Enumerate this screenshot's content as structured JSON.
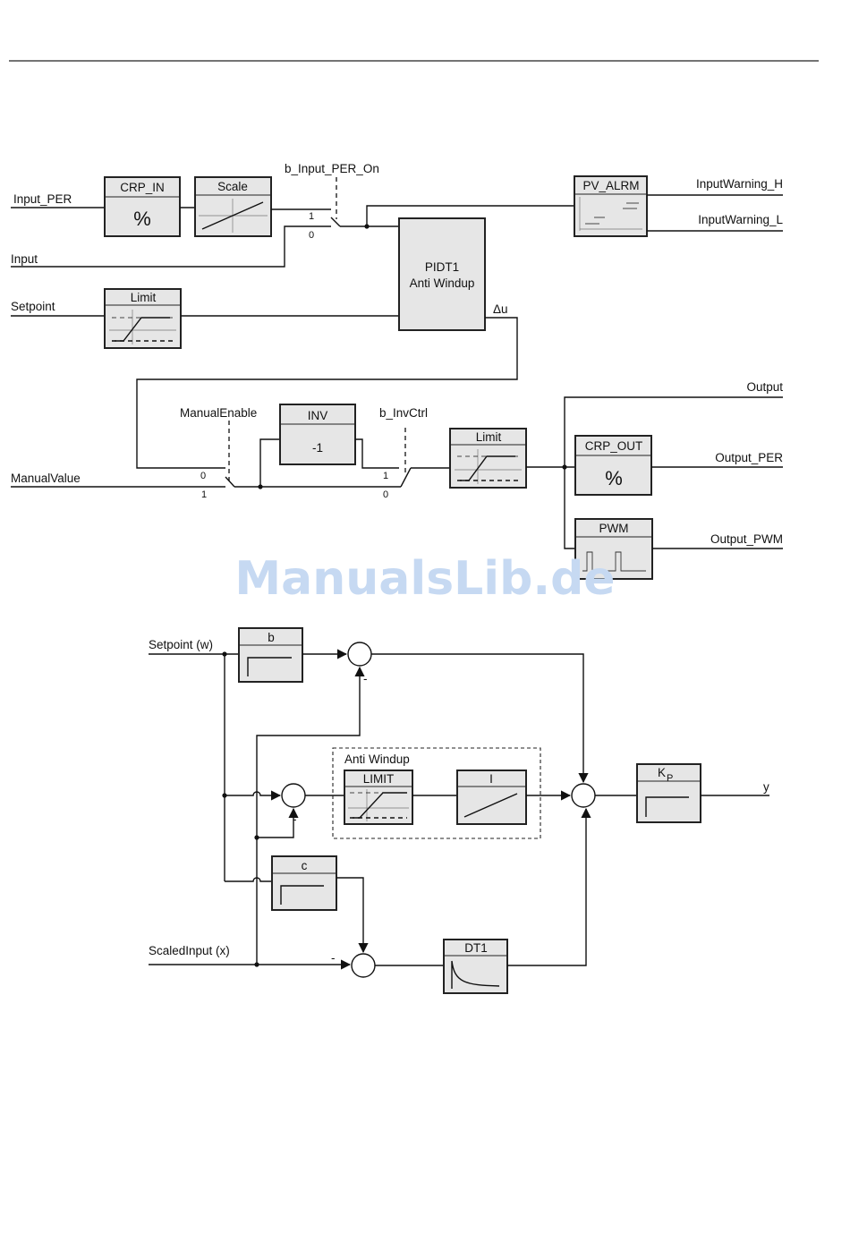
{
  "watermark": "ManualsLib.de",
  "top": {
    "inputs": {
      "input_per": "Input_PER",
      "input": "Input",
      "setpoint": "Setpoint",
      "manual_value": "ManualValue"
    },
    "outputs": {
      "warning_h": "InputWarning_H",
      "warning_l": "InputWarning_L",
      "output": "Output",
      "output_per": "Output_PER",
      "output_pwm": "Output_PWM"
    },
    "blocks": {
      "crp_in": {
        "title": "CRP_IN",
        "symbol": "%"
      },
      "scale": {
        "title": "Scale"
      },
      "pv_alrm": {
        "title": "PV_ALRM"
      },
      "pidt1": {
        "line1": "PIDT1",
        "line2": "Anti Windup"
      },
      "limit1": {
        "title": "Limit"
      },
      "inv": {
        "title": "INV",
        "value": "-1"
      },
      "limit2": {
        "title": "Limit"
      },
      "crp_out": {
        "title": "CRP_OUT",
        "symbol": "%"
      },
      "pwm": {
        "title": "PWM"
      }
    },
    "switches": {
      "input_per_on": {
        "label": "b_Input_PER_On",
        "pos1": "1",
        "pos0": "0"
      },
      "manual_enable": {
        "label": "ManualEnable",
        "pos0": "0",
        "pos1": "1"
      },
      "inv_ctrl": {
        "label": "b_InvCtrl",
        "pos1": "1",
        "pos0": "0"
      }
    },
    "delta_u": "Δu"
  },
  "bottom": {
    "inputs": {
      "setpoint": "Setpoint (w)",
      "scaled_input": "ScaledInput (x)"
    },
    "output": "y",
    "anti_windup_label": "Anti Windup",
    "blocks": {
      "b": "b",
      "limit": "LIMIT",
      "i": "I",
      "kp": "K",
      "kp_sub": "P",
      "c": "c",
      "dt1": "DT1"
    },
    "minus": "-"
  }
}
